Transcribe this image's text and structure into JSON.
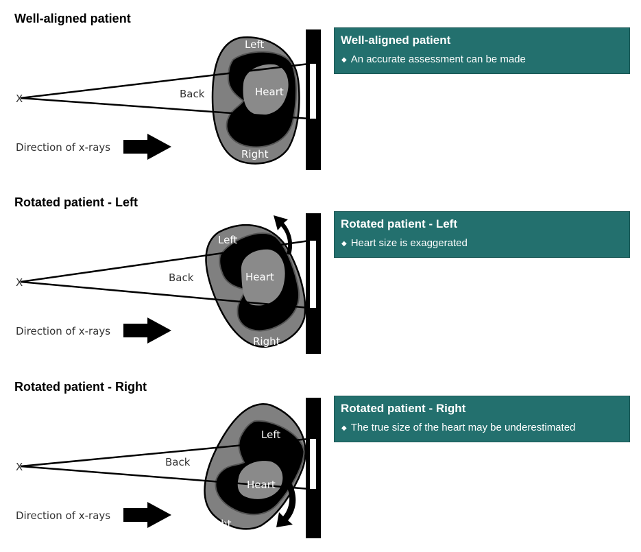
{
  "labels": {
    "source": "X",
    "back": "Back",
    "heart": "Heart",
    "left": "Left",
    "right": "Right",
    "direction": "Direction of x-rays"
  },
  "sections": [
    {
      "title": "Well-aligned patient",
      "box_title": "Well-aligned patient",
      "bullet": "An accurate assessment can be made"
    },
    {
      "title": "Rotated patient - Left",
      "box_title": "Rotated patient - Left",
      "bullet": "Heart size is exaggerated"
    },
    {
      "title": "Rotated patient - Right",
      "box_title": "Rotated patient - Right",
      "bullet": "The true size of the heart may be underestimated"
    }
  ],
  "colors": {
    "box_bg": "#23706e",
    "body_gray": "#808080",
    "lung_black": "#000000",
    "heart_gray": "#8a8a8a"
  },
  "icons": {
    "bullet": "diamond-bullet-icon",
    "arrow": "right-arrow-icon",
    "rotation": "curved-arrow-icon"
  }
}
